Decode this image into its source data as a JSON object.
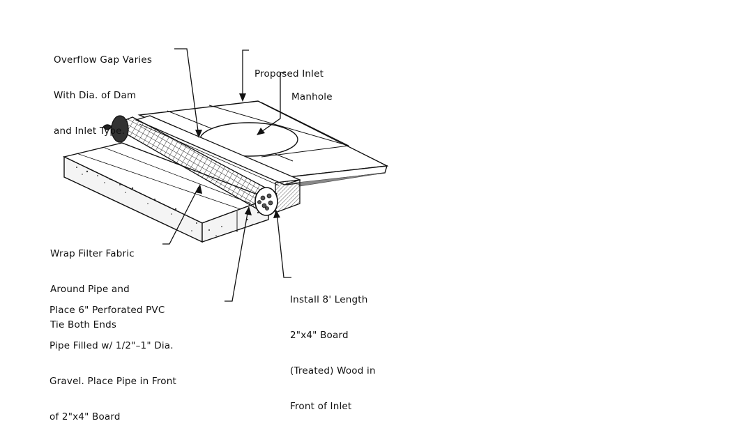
{
  "labels": {
    "overflow_gap": [
      "Overflow Gap Varies",
      "With Dia. of Dam",
      "and Inlet Type."
    ],
    "proposed_inlet": [
      "Proposed Inlet"
    ],
    "manhole": [
      "Manhole"
    ],
    "wrap_filter": [
      "Wrap Filter Fabric",
      "Around Pipe and",
      "Tie Both Ends"
    ],
    "place_pipe": [
      "Place 6\" Perforated PVC",
      "Pipe Filled w/ 1/2\"–1\" Dia.",
      "Gravel. Place Pipe in Front",
      "of 2\"x4\" Board"
    ],
    "install_board": [
      "Install 8' Length",
      "2\"x4\" Board",
      "(Treated) Wood in",
      "Front of Inlet"
    ]
  },
  "colors": {
    "ink": "#111111",
    "background": "#ffffff"
  }
}
